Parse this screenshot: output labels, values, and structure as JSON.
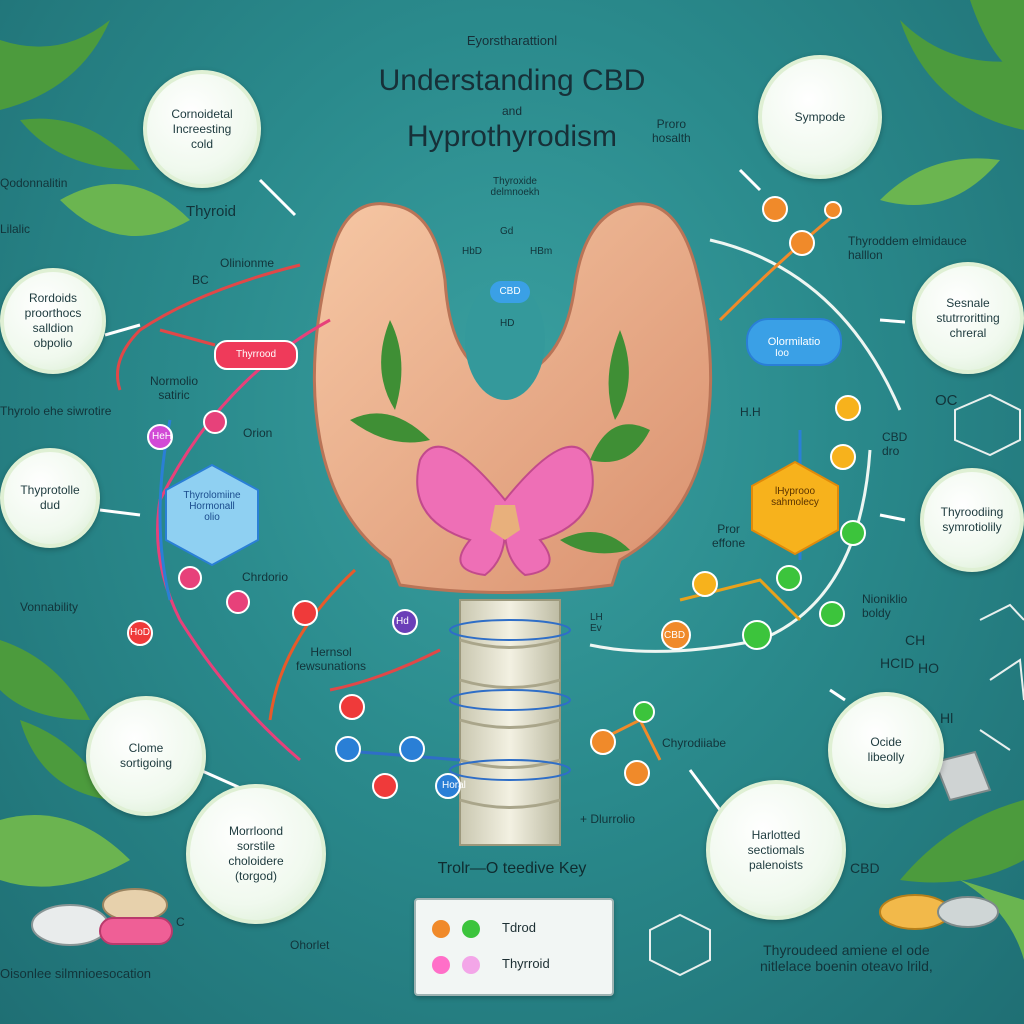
{
  "header": {
    "caption": "Eyorstharattionl",
    "title": "Understanding CBD",
    "conjunction": "and",
    "subtitle": "Hyprothyrodism"
  },
  "circles": {
    "top_left": "Cornoidetal\nIncreesting\ncold",
    "left_upper": "Rordoids\nproorthocs\nsalldion\nobpolio",
    "left_middle": "Thyprotolle\ndud",
    "left_lower": "Clome\nsortigoing",
    "bottom_left": "Morrloond\nsorstile\ncholoidere\n(torgod)",
    "top_right": "Sympode",
    "right_upper": "Sesnale\nstutrroritting\nchreral",
    "right_middle": "Thyroodiing\nsymrotiolily",
    "right_lower": "Ocide\nlibeolly",
    "bottom_right": "Harlotted\nsectiomals\npalenoists"
  },
  "labels": {
    "thyroid_left": "Thyroid",
    "odonnalith": "Qodonnalitin",
    "lilalic": "Lilalic",
    "olinionme": "Olinionme",
    "bc": "BC",
    "thyrroid_badge": "Thyrrood",
    "normolic": "Normolio\nsatiric",
    "thyrolo_line": "Thyrolo ehe siwrotire",
    "orion": "Orion",
    "hex_left": "Thyrolomiine\nHormonall\nolio",
    "chrodo": "Chrdorio",
    "vonnability": "Vonnability",
    "heh": "HeH",
    "hold": "HoD",
    "horal": "Horal",
    "hd1": "Hd",
    "hehah": "Hernsol\nfewsunations",
    "sym_centre": "Thyroxide\ndelmnoekh",
    "hb_left": "HbD",
    "hb_right": "HBm",
    "gd": "Gd",
    "cbd_centre": "CBD",
    "hd_centre": "HD",
    "proro_health": "Proro\nhosalth",
    "thyroxdem": "Thyroddem elmidauce\nhalllon",
    "olorimatico": "Olormilatio",
    "ioo": "Ioo",
    "hh": "H.H",
    "hex_right": "lHyprooo\nsahmolecy",
    "cbd_right": "CBD\ndro",
    "pror_effone": "Pror\neffone",
    "cbd_node": "CBD",
    "hcid": "HCID",
    "h2o": "HO",
    "ch": "CH",
    "hl": "Hl",
    "nionibo": "Nioniklio\nboldy",
    "chyrodniabe": "Chyrodiiabe",
    "durrolio": "+ Dlurrolio",
    "lh_ev": "LH\nEv",
    "ohorlet": "Ohorlet",
    "oc": "OC",
    "cbd_bottom": "CBD",
    "c_letter": "C",
    "bottom_text": "Thyroudeed amiene el ode\nnitlelace boenin oteavo lrild,",
    "bottom_left_text": "Oisonlee silmnioesocation"
  },
  "legend": {
    "title": "Trolr—O teedive Key",
    "row1": "Tdrod",
    "row2": "Thyrroid",
    "colors": [
      "#f08a2a",
      "#3cc43c",
      "#ff6fc8",
      "#f3a6e8"
    ]
  }
}
